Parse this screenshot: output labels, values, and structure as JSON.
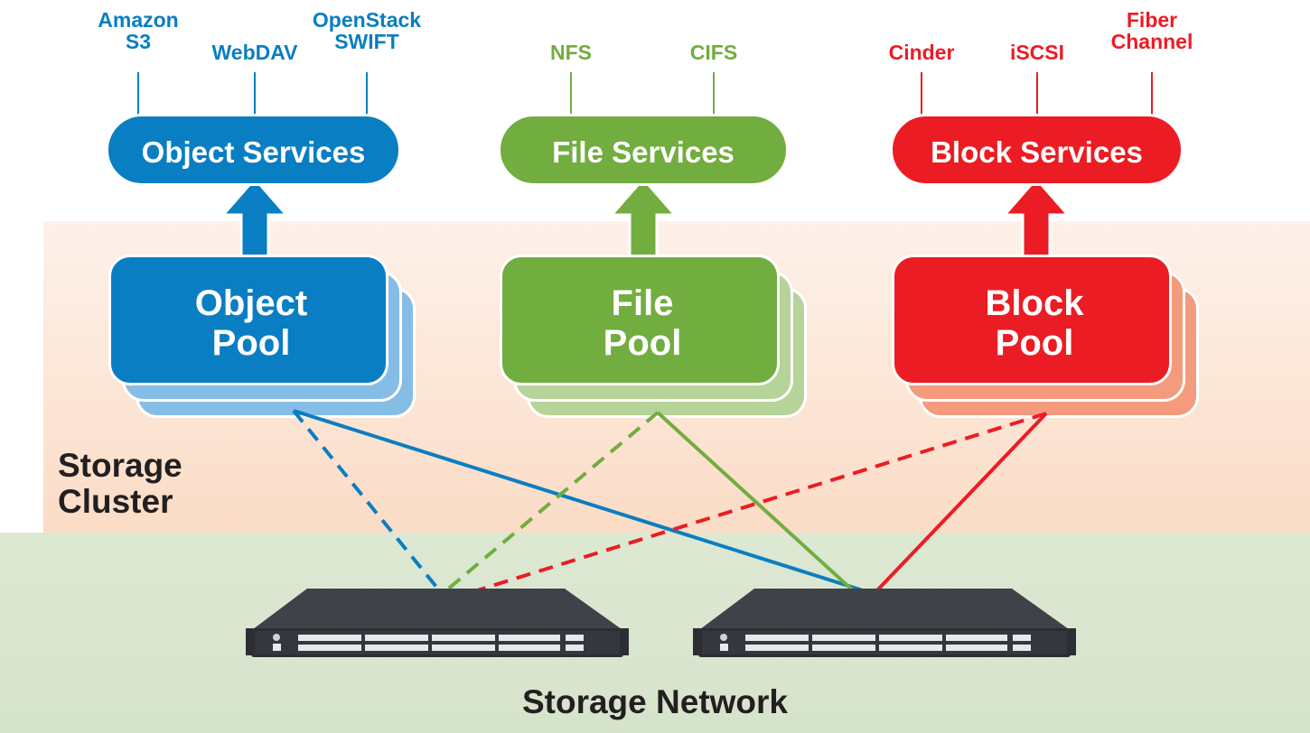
{
  "colors": {
    "object": "#0a7ec2",
    "file": "#72ad3f",
    "block": "#ec1c24",
    "object_back": "#86bde6",
    "file_back": "#b6d39a",
    "block_back": "#f39b7c"
  },
  "protocols": {
    "object": [
      "Amazon\nS3",
      "WebDAV",
      "OpenStack\nSWIFT"
    ],
    "file": [
      "NFS",
      "CIFS"
    ],
    "block": [
      "Cinder",
      "iSCSI",
      "Fiber\nChannel"
    ]
  },
  "services": {
    "object": "Object Services",
    "file": "File Services",
    "block": "Block Services"
  },
  "pools": {
    "object": "Object\nPool",
    "file": "File\nPool",
    "block": "Block\nPool"
  },
  "cluster_label": "Storage\nCluster",
  "network_label": "Storage Network",
  "switches": [
    "network-switch-icon",
    "network-switch-icon"
  ]
}
